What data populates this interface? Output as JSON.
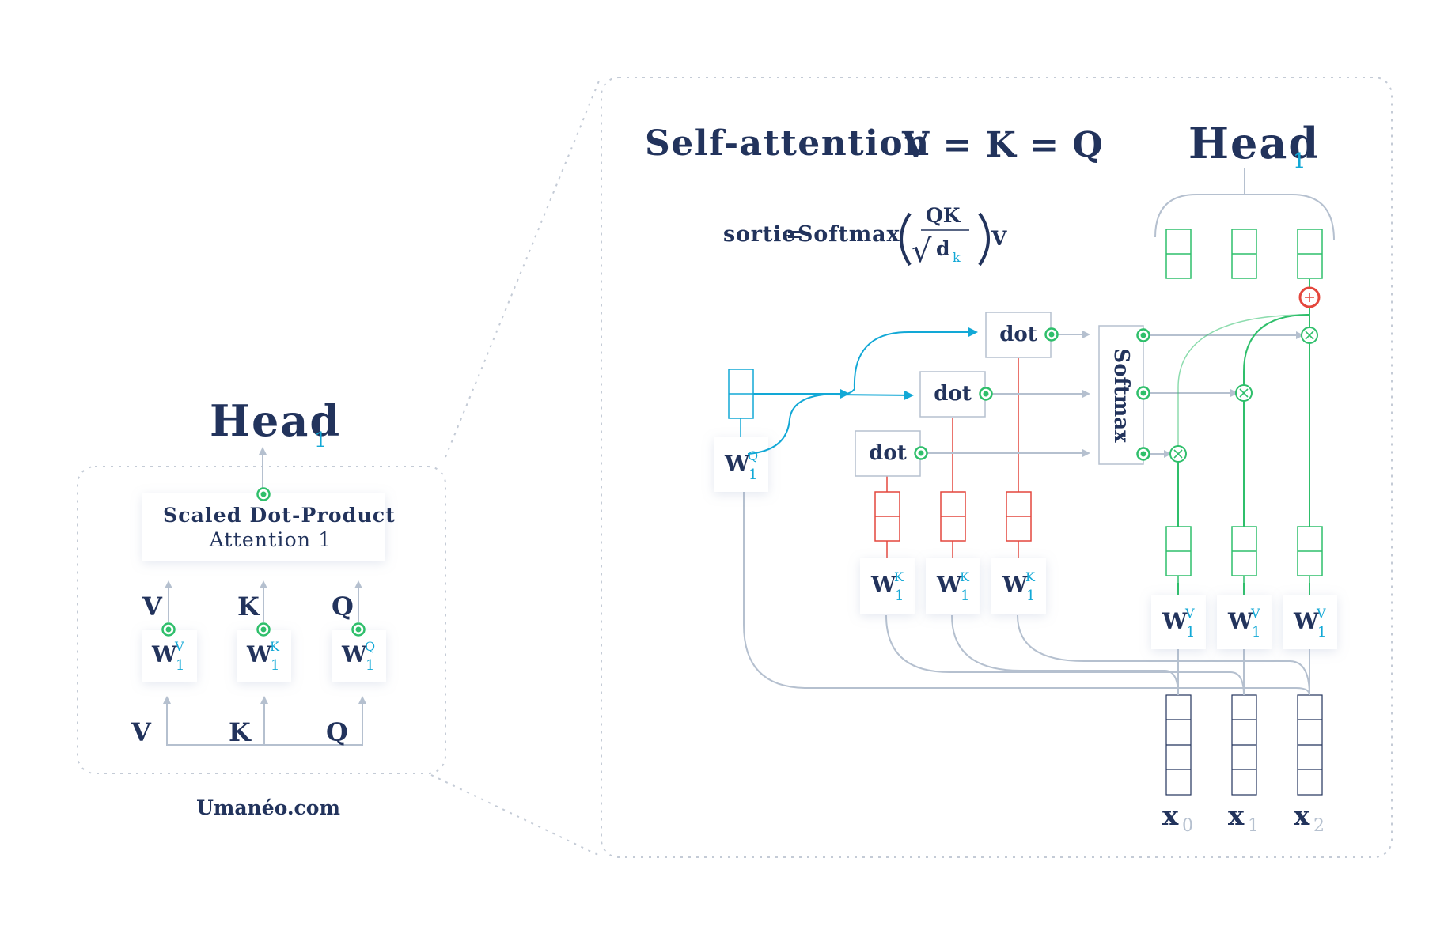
{
  "colors": {
    "navy": "#22335c",
    "cyan": "#12a8d6",
    "green": "#2fbf6b",
    "red": "#e4473d",
    "gray": "#b5c0cf"
  },
  "overview": {
    "head_label": "Head",
    "head_sub": "1",
    "sdpa_line1": "Scaled Dot-Product",
    "sdpa_line2": "Attention 1",
    "weights": [
      {
        "input": "V",
        "output": "V",
        "w": "W",
        "sup": "V",
        "sub": "1"
      },
      {
        "input": "K",
        "output": "K",
        "w": "W",
        "sup": "K",
        "sub": "1"
      },
      {
        "input": "Q",
        "output": "Q",
        "w": "W",
        "sup": "Q",
        "sub": "1"
      }
    ],
    "footer": "Umanéo.com"
  },
  "detail": {
    "title": "Self-attention",
    "equation": "V = K = Q",
    "head_label": "Head",
    "head_sub": "1",
    "formula": {
      "lhs": "sortie",
      "equals": "=",
      "func": "Softmax",
      "numerator": "QK",
      "sqrt": "√",
      "denominator": "d",
      "denominator_sub": "k",
      "rhs": "V"
    },
    "dot_label": "dot",
    "softmax_label": "Softmax",
    "wq": {
      "w": "W",
      "sup": "Q",
      "sub": "1"
    },
    "wk": {
      "w": "W",
      "sup": "K",
      "sub": "1"
    },
    "wv": {
      "w": "W",
      "sup": "V",
      "sub": "1"
    },
    "inputs": [
      {
        "x": "x",
        "sub": "0"
      },
      {
        "x": "x",
        "sub": "1"
      },
      {
        "x": "x",
        "sub": "2"
      }
    ]
  }
}
